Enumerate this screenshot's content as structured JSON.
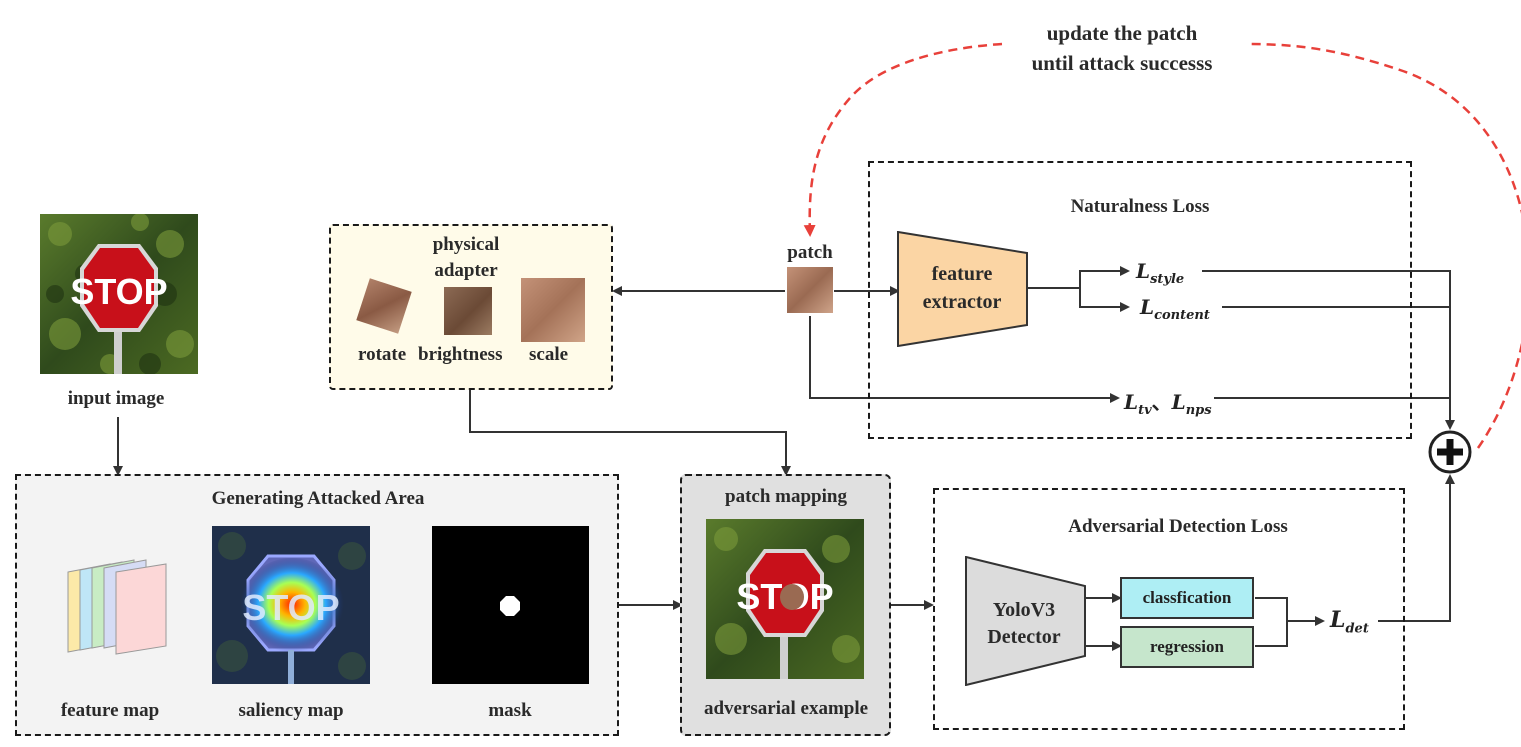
{
  "top_note": {
    "line1": "update the patch",
    "line2": "until attack successs"
  },
  "input": {
    "caption": "input image",
    "sign_text": "STOP"
  },
  "physical_adapter": {
    "title_line1": "physical",
    "title_line2": "adapter",
    "labels": [
      "rotate",
      "brightness",
      "scale"
    ]
  },
  "patch": {
    "label": "patch"
  },
  "naturalness": {
    "title": "Naturalness Loss",
    "extractor_line1": "feature",
    "extractor_line2": "extractor",
    "losses": {
      "style": "style",
      "content": "content",
      "tv": "tv",
      "nps": "nps",
      "sep": "、"
    }
  },
  "generating": {
    "title": "Generating Attacked Area",
    "captions": [
      "feature map",
      "saliency map",
      "mask"
    ],
    "saliency_text": "STOP"
  },
  "patch_mapping": {
    "title": "patch mapping",
    "caption": "adversarial example",
    "sign_text": "STOP"
  },
  "detection": {
    "title": "Adversarial Detection Loss",
    "detector_line1": "YoloV3",
    "detector_line2": "Detector",
    "classification": "classfication",
    "regression": "regression",
    "loss": "det"
  },
  "colors": {
    "red_dashed": "#e8403a",
    "extractor": "#fbd5a4",
    "classification": "#aeeef4",
    "regression": "#c6e6cc",
    "adapter_bg": "#fffbe9",
    "generating_bg": "#f3f3f3",
    "mapping_bg": "#e0e0e0",
    "detector": "#dcdcdc"
  }
}
